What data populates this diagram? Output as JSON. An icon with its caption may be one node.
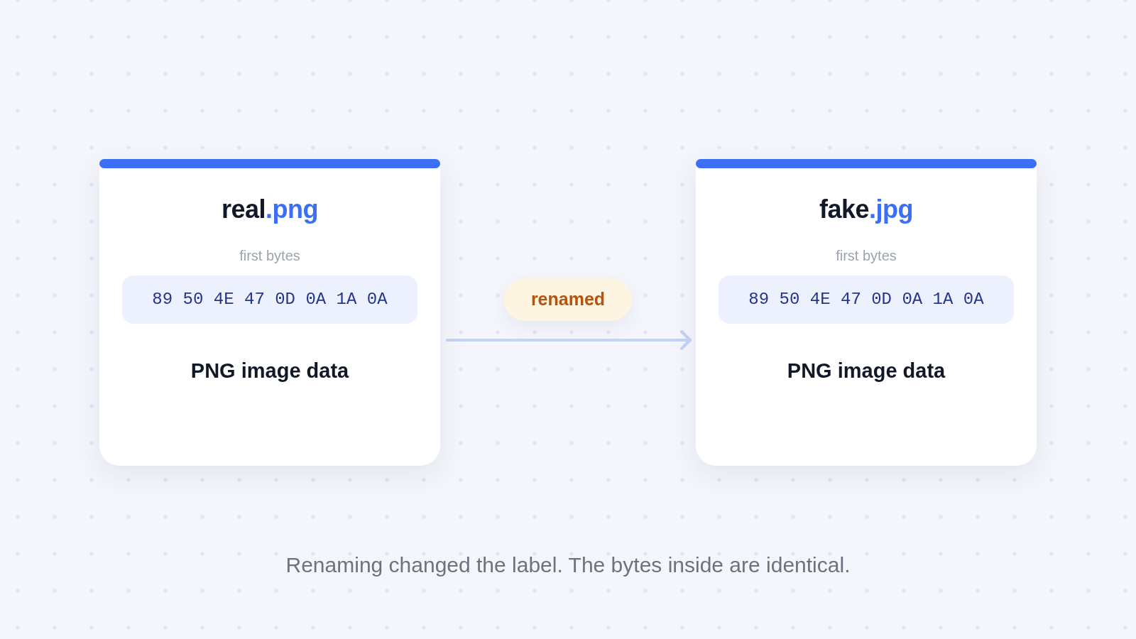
{
  "diagram": {
    "caption": "Renaming changed the label. The bytes inside are identical.",
    "nodes": [
      {
        "text": [
          "real.png",
          "first bytes",
          "PNG image data"
        ]
      },
      {
        "text": [
          "89 50 4E 47 0D 0A 1A 0A"
        ],
        "in": 0
      },
      {
        "text": [
          "fake.jpg",
          "first bytes",
          "PNG image data"
        ]
      },
      {
        "text": [
          "89 50 4E 47 0D 0A 1A 0A"
        ],
        "in": 2
      }
    ],
    "edges": [
      {
        "from": 0,
        "to": 2,
        "arrow": "to",
        "label": "renamed"
      }
    ]
  }
}
